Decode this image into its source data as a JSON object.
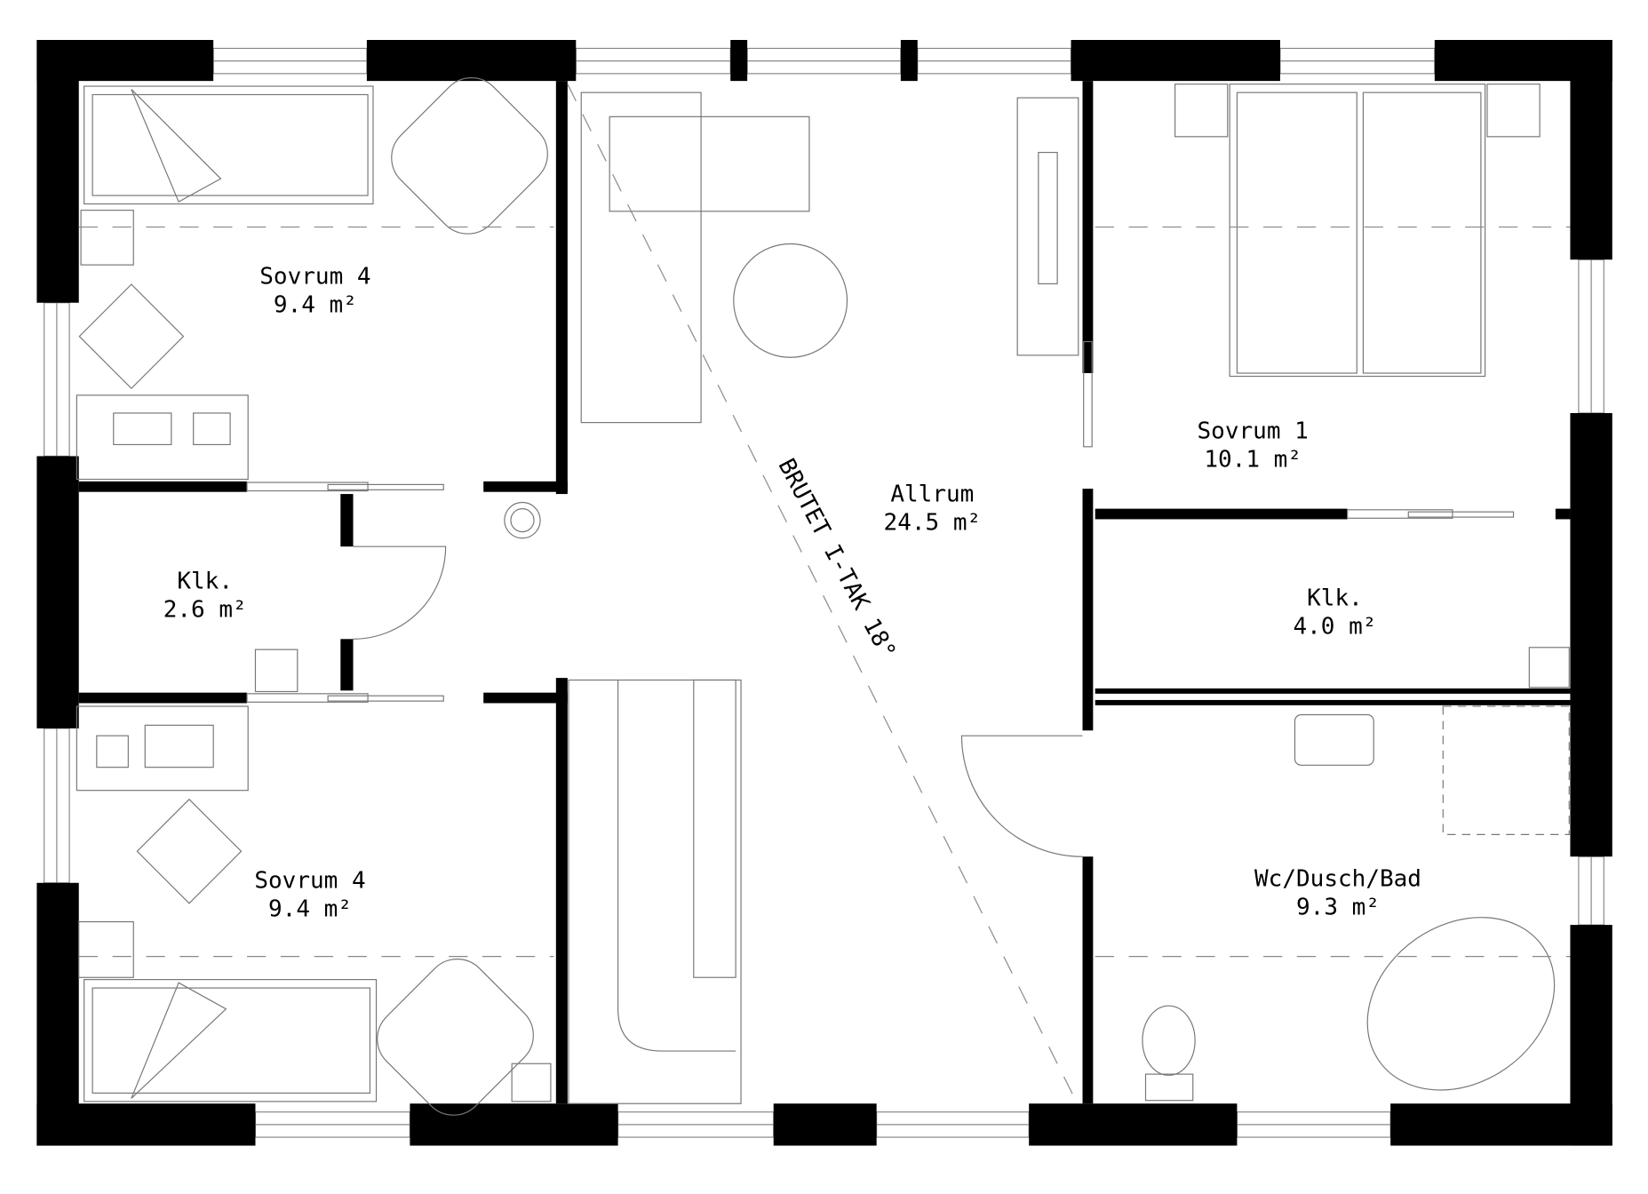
{
  "rooms": [
    {
      "name": "Sovrum 4",
      "area": "9.4 m²"
    },
    {
      "name": "Sovrum 1",
      "area": "10.1 m²"
    },
    {
      "name": "Allrum",
      "area": "24.5 m²"
    },
    {
      "name": "Klk.",
      "area": "2.6 m²"
    },
    {
      "name": "Klk.",
      "area": "4.0 m²"
    },
    {
      "name": "Sovrum 4",
      "area": "9.4 m²"
    },
    {
      "name": "Wc/Dusch/Bad",
      "area": "9.3 m²"
    }
  ],
  "roof_note": "BRUTET I-TAK 18°",
  "colors": {
    "wall": "#000000",
    "line": "#777777"
  }
}
